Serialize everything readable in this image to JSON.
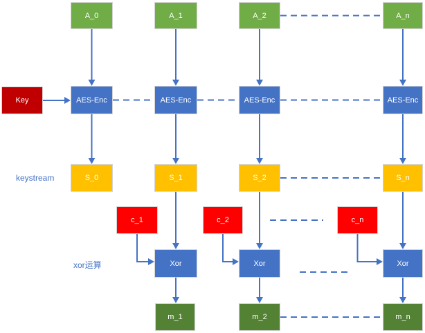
{
  "title": "AES keystream xor diagram",
  "palette": {
    "counter": "#70AD47",
    "aes": "#4472C4",
    "key": "#C00000",
    "keystream": "#FFC000",
    "ciphertext": "#FF0000",
    "xor": "#4472C4",
    "plaintext": "#548235",
    "line": "#4472C4",
    "label_text": "#4472C4"
  },
  "labels": {
    "keystream": "keystream",
    "xor": "xor运算"
  },
  "nodes": [
    {
      "id": "A_0",
      "label": "A_0",
      "role": "counter"
    },
    {
      "id": "A_1",
      "label": "A_1",
      "role": "counter"
    },
    {
      "id": "A_2",
      "label": "A_2",
      "role": "counter"
    },
    {
      "id": "A_n",
      "label": "A_n",
      "role": "counter"
    },
    {
      "id": "Key",
      "label": "Key",
      "role": "key"
    },
    {
      "id": "AES_0",
      "label": "AES-Enc",
      "role": "aes"
    },
    {
      "id": "AES_1",
      "label": "AES-Enc",
      "role": "aes"
    },
    {
      "id": "AES_2",
      "label": "AES-Enc",
      "role": "aes"
    },
    {
      "id": "AES_n",
      "label": "AES-Enc",
      "role": "aes"
    },
    {
      "id": "S_0",
      "label": "S_0",
      "role": "keystream"
    },
    {
      "id": "S_1",
      "label": "S_1",
      "role": "keystream"
    },
    {
      "id": "S_2",
      "label": "S_2",
      "role": "keystream"
    },
    {
      "id": "S_n",
      "label": "S_n",
      "role": "keystream"
    },
    {
      "id": "c_1",
      "label": "c_1",
      "role": "ciphertext"
    },
    {
      "id": "c_2",
      "label": "c_2",
      "role": "ciphertext"
    },
    {
      "id": "c_n",
      "label": "c_n",
      "role": "ciphertext"
    },
    {
      "id": "Xor_1",
      "label": "Xor",
      "role": "xor"
    },
    {
      "id": "Xor_2",
      "label": "Xor",
      "role": "xor"
    },
    {
      "id": "Xor_n",
      "label": "Xor",
      "role": "xor"
    },
    {
      "id": "m_1",
      "label": "m_1",
      "role": "plaintext"
    },
    {
      "id": "m_2",
      "label": "m_2",
      "role": "plaintext"
    },
    {
      "id": "m_n",
      "label": "m_n",
      "role": "plaintext"
    }
  ],
  "edges": [
    {
      "kind": "varrow",
      "from": "A_0",
      "to": "AES_0"
    },
    {
      "kind": "varrow",
      "from": "A_1",
      "to": "AES_1"
    },
    {
      "kind": "varrow",
      "from": "A_2",
      "to": "AES_2"
    },
    {
      "kind": "varrow",
      "from": "A_n",
      "to": "AES_n"
    },
    {
      "kind": "varrow",
      "from": "AES_0",
      "to": "S_0"
    },
    {
      "kind": "varrow",
      "from": "AES_1",
      "to": "S_1"
    },
    {
      "kind": "varrow",
      "from": "AES_2",
      "to": "S_2"
    },
    {
      "kind": "varrow",
      "from": "AES_n",
      "to": "S_n"
    },
    {
      "kind": "varrow",
      "from": "S_1",
      "to": "Xor_1"
    },
    {
      "kind": "varrow",
      "from": "S_2",
      "to": "Xor_2"
    },
    {
      "kind": "varrow",
      "from": "S_n",
      "to": "Xor_n"
    },
    {
      "kind": "varrow",
      "from": "Xor_1",
      "to": "m_1"
    },
    {
      "kind": "varrow",
      "from": "Xor_2",
      "to": "m_2"
    },
    {
      "kind": "varrow",
      "from": "Xor_n",
      "to": "m_n"
    },
    {
      "kind": "harrow",
      "from": "Key",
      "to": "AES_0"
    },
    {
      "kind": "elbow",
      "from": "c_1",
      "to": "Xor_1"
    },
    {
      "kind": "elbow",
      "from": "c_2",
      "to": "Xor_2"
    },
    {
      "kind": "elbow",
      "from": "c_n",
      "to": "Xor_n"
    },
    {
      "kind": "dash",
      "from": "AES_0",
      "to": "AES_1"
    },
    {
      "kind": "dash",
      "from": "AES_1",
      "to": "AES_2"
    },
    {
      "kind": "dash",
      "from": "AES_2",
      "to": "AES_n"
    },
    {
      "kind": "dash",
      "from": "A_2",
      "to": "A_n"
    },
    {
      "kind": "dash",
      "from": "S_2",
      "to": "S_n"
    },
    {
      "kind": "dash",
      "from": "m_2",
      "to": "m_n"
    },
    {
      "kind": "ellipsis",
      "id": "ellipsis-c-row",
      "between": [
        "c_2",
        "c_n"
      ]
    },
    {
      "kind": "ellipsis",
      "id": "ellipsis-xor-row",
      "between": [
        "Xor_2",
        "Xor_n"
      ]
    }
  ]
}
